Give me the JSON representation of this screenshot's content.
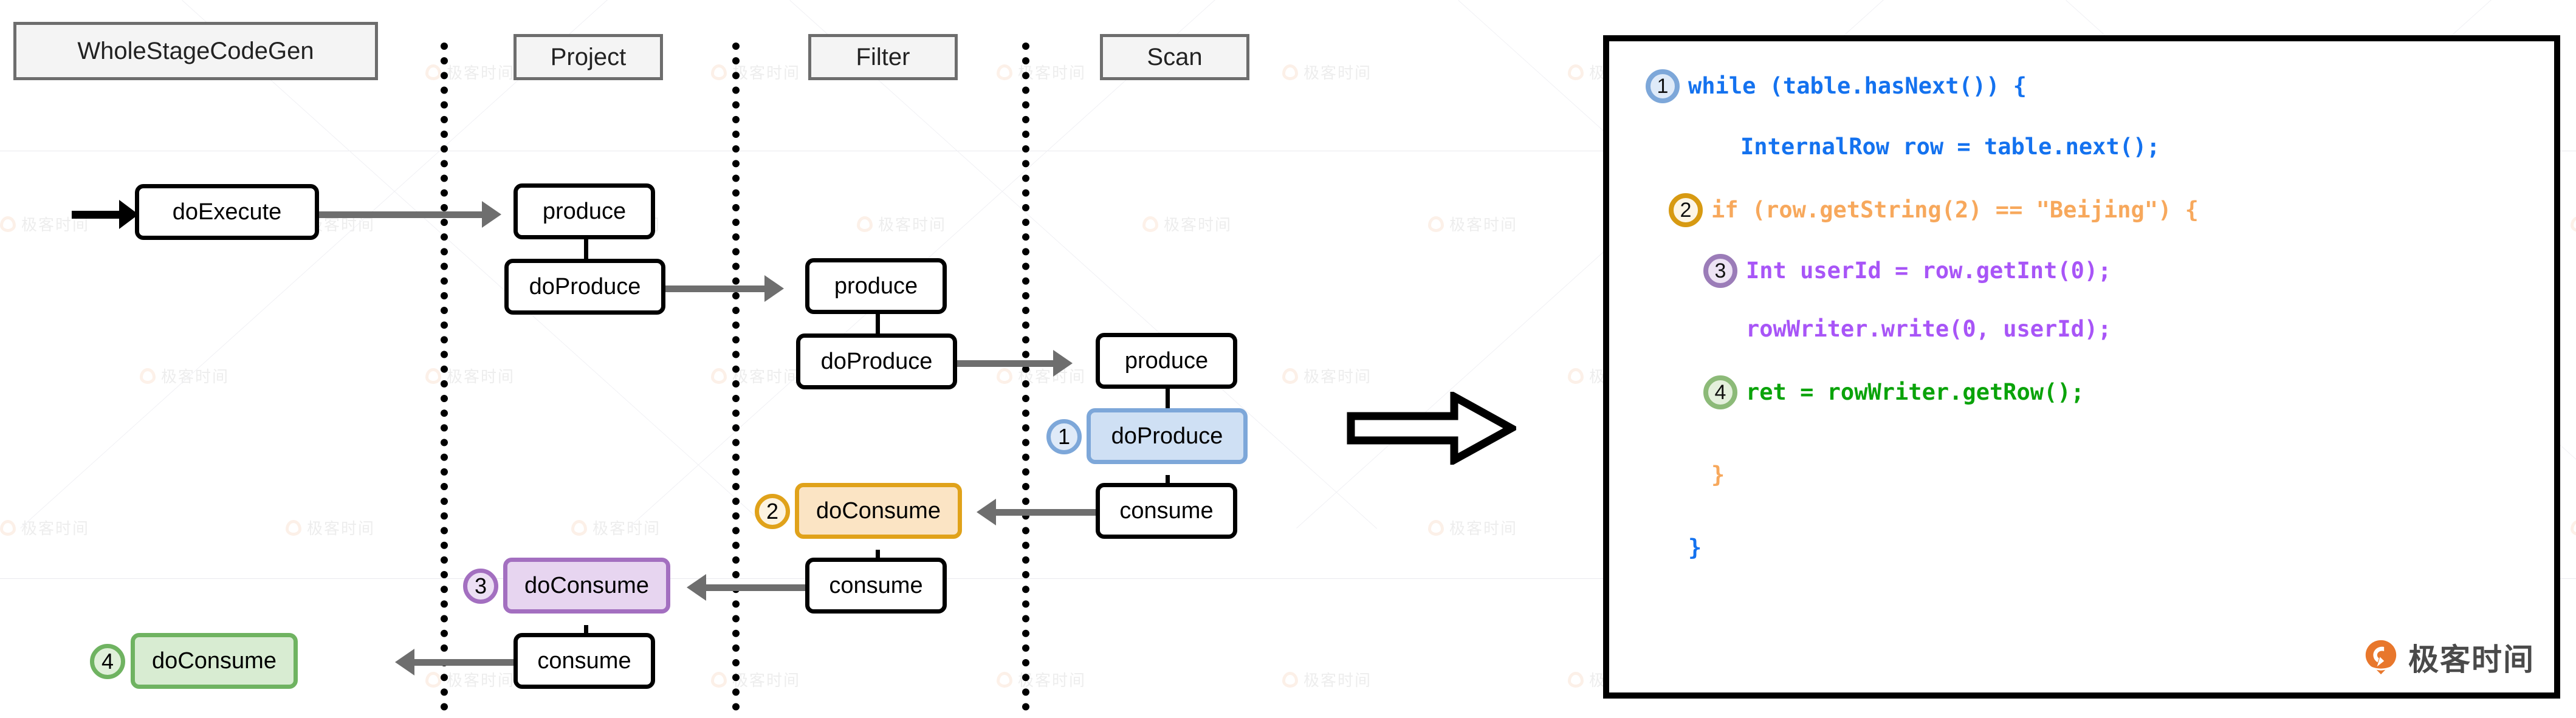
{
  "diagram": {
    "title_box": "WholeStageCodeGen",
    "stages": [
      {
        "label": "Project"
      },
      {
        "label": "Filter"
      },
      {
        "label": "Scan"
      }
    ],
    "nodes": [
      {
        "id": "n-doexecute",
        "label": "doExecute",
        "color": "plain"
      },
      {
        "id": "n-p-produce",
        "label": "produce",
        "color": "plain"
      },
      {
        "id": "n-p-doproduce",
        "label": "doProduce",
        "color": "plain"
      },
      {
        "id": "n-f-produce",
        "label": "produce",
        "color": "plain"
      },
      {
        "id": "n-f-doproduce",
        "label": "doProduce",
        "color": "plain"
      },
      {
        "id": "n-s-produce",
        "label": "produce",
        "color": "plain"
      },
      {
        "id": "n-s-doproduce",
        "label": "doProduce",
        "color": "blue"
      },
      {
        "id": "n-s-consume",
        "label": "consume",
        "color": "plain"
      },
      {
        "id": "n-f-doconsume",
        "label": "doConsume",
        "color": "gold"
      },
      {
        "id": "n-f-consume",
        "label": "consume",
        "color": "plain"
      },
      {
        "id": "n-p-doconsume",
        "label": "doConsume",
        "color": "purple"
      },
      {
        "id": "n-p-consume",
        "label": "consume",
        "color": "plain"
      },
      {
        "id": "n-w-doconsume",
        "label": "doConsume",
        "color": "green"
      }
    ],
    "badges": [
      {
        "id": "badge-1",
        "label": "1",
        "color": "#7da7d9"
      },
      {
        "id": "badge-2",
        "label": "2",
        "color": "#e0a21a"
      },
      {
        "id": "badge-3",
        "label": "3",
        "color": "#a36fc0"
      },
      {
        "id": "badge-4",
        "label": "4",
        "color": "#6fb361"
      }
    ],
    "transform_arrow": "generates-code-arrow"
  },
  "code_panel": {
    "lines": [
      {
        "id": "code-line-1",
        "badge": "1",
        "text": "while (table.hasNext()) {",
        "color": "#1472ef"
      },
      {
        "id": "code-line-2",
        "badge": "",
        "text": "InternalRow row = table.next();",
        "color": "#1472ef"
      },
      {
        "id": "code-line-3",
        "badge": "2",
        "text": "if (row.getString(2) == \"Beijing\") {",
        "color": "#f7a85c"
      },
      {
        "id": "code-line-4",
        "badge": "3",
        "text": "Int userId = row.getInt(0);",
        "color": "#a855f7"
      },
      {
        "id": "code-line-5",
        "badge": "",
        "text": "rowWriter.write(0, userId);",
        "color": "#a855f7"
      },
      {
        "id": "code-line-6",
        "badge": "4",
        "text": "ret = rowWriter.getRow();",
        "color": "#0aa30a"
      },
      {
        "id": "code-line-7",
        "badge": "",
        "text": "}",
        "color": "#f7a85c"
      },
      {
        "id": "code-line-8",
        "badge": "",
        "text": "}",
        "color": "#1472ef"
      }
    ]
  },
  "watermark": {
    "brand_text": "极客时间",
    "logo_text": "极客时间"
  },
  "colors": {
    "blue": "#7da7d9",
    "gold": "#e0a21a",
    "purple": "#a36fc0",
    "green": "#6fb361",
    "arrow_gray": "#6e6e6e",
    "header_border": "#6d6d6d",
    "header_fill": "#f4f4f4",
    "brand_orange": "#e8772c"
  }
}
